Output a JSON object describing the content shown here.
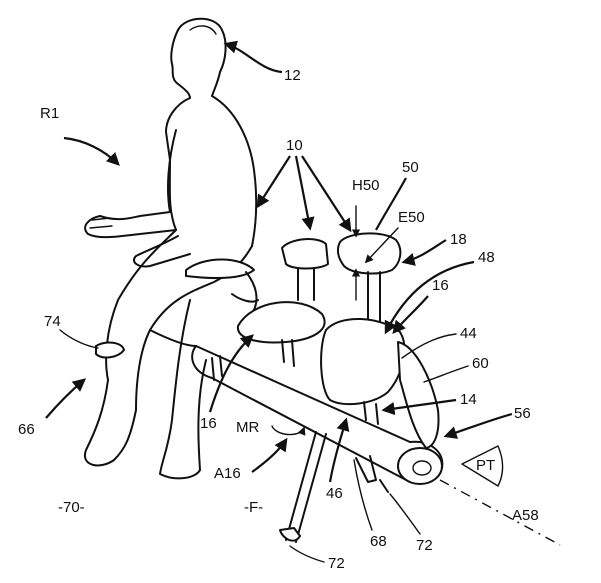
{
  "labels": {
    "person": "12",
    "region_r1": "R1",
    "seats": "10",
    "h50": "H50",
    "ref50": "50",
    "e50": "E50",
    "ref18": "18",
    "ref48": "48",
    "ref16_right": "16",
    "ref44": "44",
    "ref60": "60",
    "ref14": "14",
    "ref56": "56",
    "ref74": "74",
    "ref66": "66",
    "ref16_left": "16",
    "mr": "MR",
    "a16": "A16",
    "pt": "PT",
    "ref46": "46",
    "ref70": "-70-",
    "floor_f": "-F-",
    "a58": "A58",
    "ref68": "68",
    "ref72_right": "72",
    "ref72_bottom": "72"
  }
}
